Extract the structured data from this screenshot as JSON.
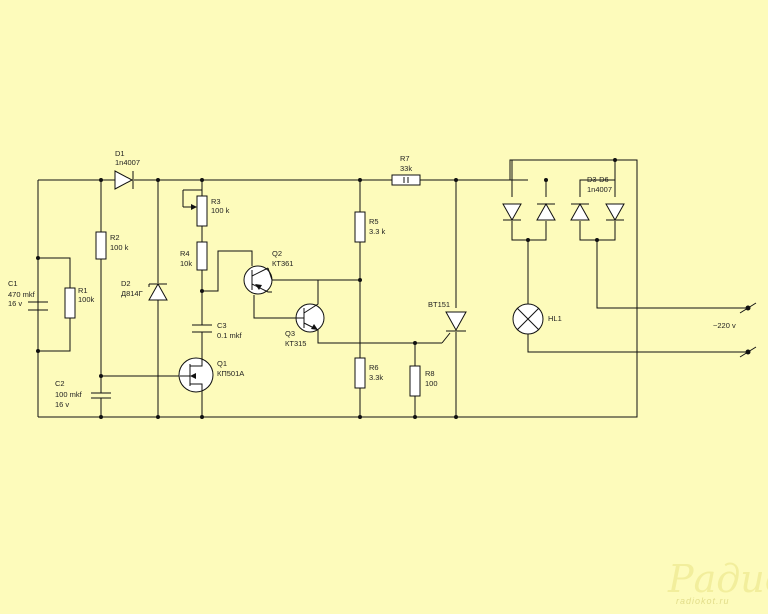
{
  "components": {
    "c1": {
      "ref": "C1",
      "value": "470 mkf",
      "voltage": "16 v"
    },
    "r1": {
      "ref": "R1",
      "value": "100k"
    },
    "r2": {
      "ref": "R2",
      "value": "100 k"
    },
    "c2": {
      "ref": "C2",
      "value": "100 mkf",
      "voltage": "16 v"
    },
    "d1": {
      "ref": "D1",
      "value": "1n4007"
    },
    "d2": {
      "ref": "D2",
      "value": "Д814Г"
    },
    "r3": {
      "ref": "R3",
      "value": "100 k"
    },
    "r4": {
      "ref": "R4",
      "value": "10k"
    },
    "c3": {
      "ref": "C3",
      "value": "0.1 mkf"
    },
    "q1": {
      "ref": "Q1",
      "value": "КП501А"
    },
    "q2": {
      "ref": "Q2",
      "value": "КТ361"
    },
    "q3": {
      "ref": "Q3",
      "value": "КТ315"
    },
    "r5": {
      "ref": "R5",
      "value": "3.3 k"
    },
    "r6": {
      "ref": "R6",
      "value": "3.3k"
    },
    "r7": {
      "ref": "R7",
      "value": "33k"
    },
    "r8": {
      "ref": "R8",
      "value": "100"
    },
    "triac": {
      "ref": "BT151"
    },
    "bridge": {
      "ref": "D3-D6",
      "value": "1n4007"
    },
    "lamp": {
      "ref": "HL1"
    }
  },
  "mains_label": "~220 v",
  "watermark": {
    "logo": "Радио КОТ",
    "url": "radiokot.ru"
  }
}
